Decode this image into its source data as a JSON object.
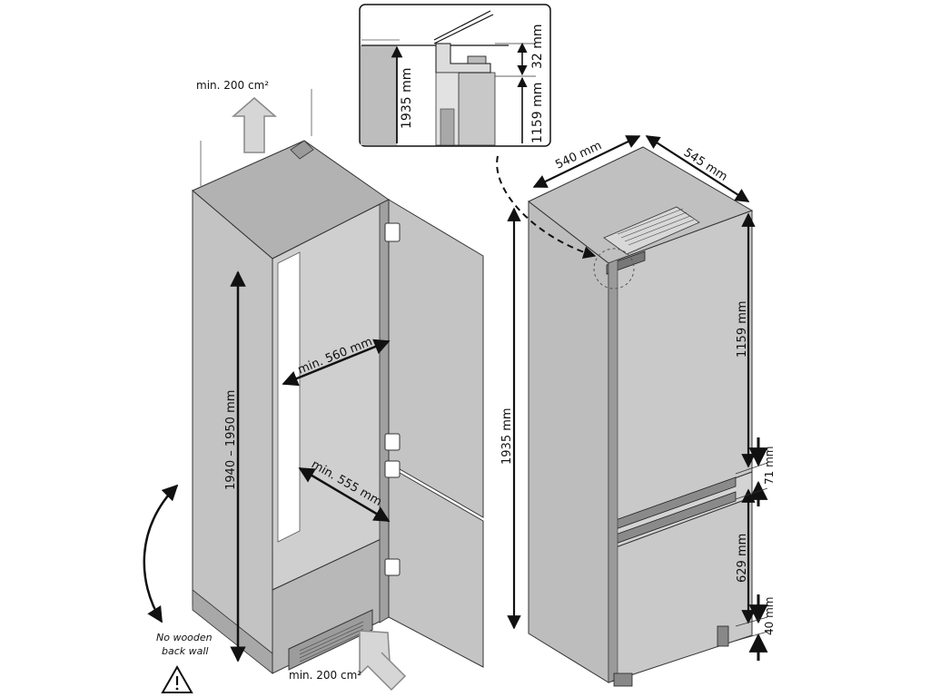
{
  "cabinet": {
    "vent_top": "min. 200 cm²",
    "vent_bottom": "min. 200 cm²",
    "height_range": "1940 – 1950 mm",
    "width_min": "min. 560 mm",
    "depth_min": "min. 555 mm",
    "no_back_wall_line1": "No wooden",
    "no_back_wall_line2": "back wall"
  },
  "fridge": {
    "width": "540 mm",
    "depth": "545 mm",
    "total_height": "1935 mm",
    "upper_door": "1159 mm",
    "door_gap": "71 mm",
    "lower_door": "629 mm",
    "bottom_gap": "40 mm"
  },
  "detail": {
    "height": "1935 mm",
    "gap": "32 mm",
    "door_height": "1159 mm"
  },
  "icons": {
    "warning": "warning-triangle-icon",
    "airflow_up": "airflow-up-arrow-icon",
    "airflow_in": "airflow-diagonal-arrow-icon"
  }
}
